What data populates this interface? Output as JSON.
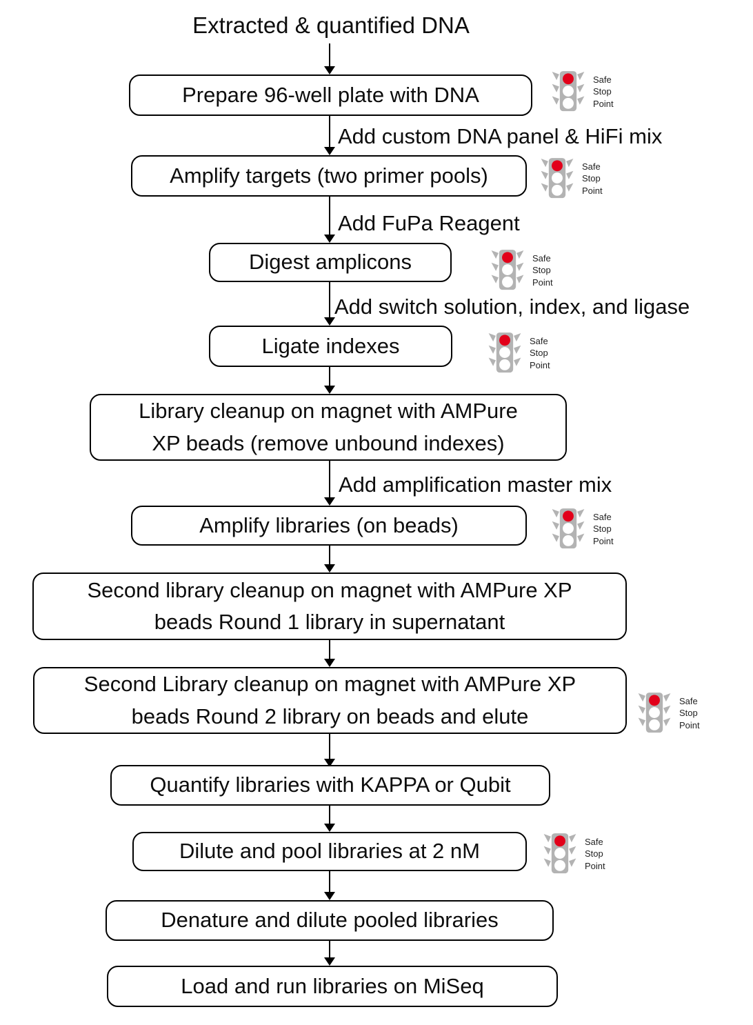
{
  "title": "Extracted & quantified DNA",
  "traffic_light": {
    "label_lines": [
      "Safe",
      "Stop",
      "Point"
    ],
    "red": "#e2001a",
    "gray": "#b3b3b3"
  },
  "colors": {
    "background": "#ffffff",
    "box_border": "#000000",
    "text": "#0d0d0d"
  },
  "steps": [
    {
      "label": "Prepare 96-well plate with DNA",
      "safe_stop_point": true
    },
    {
      "label": "Amplify targets (two primer pools)",
      "safe_stop_point": true
    },
    {
      "label": "Digest amplicons",
      "safe_stop_point": true
    },
    {
      "label": "Ligate indexes",
      "safe_stop_point": true
    },
    {
      "label": "Library cleanup on magnet with AMPure\nXP beads (remove unbound indexes)",
      "safe_stop_point": false
    },
    {
      "label": "Amplify libraries (on beads)",
      "safe_stop_point": true
    },
    {
      "label": "Second library cleanup on magnet with AMPure XP\nbeads Round 1 library in supernatant",
      "safe_stop_point": false
    },
    {
      "label": "Second Library cleanup on magnet with AMPure XP\nbeads Round 2 library on beads and elute",
      "safe_stop_point": true
    },
    {
      "label": "Quantify libraries with KAPPA or Qubit",
      "safe_stop_point": false
    },
    {
      "label": "Dilute and pool libraries at 2 nM",
      "safe_stop_point": true
    },
    {
      "label": "Denature and dilute pooled libraries",
      "safe_stop_point": false
    },
    {
      "label": "Load and run libraries on MiSeq",
      "safe_stop_point": false
    }
  ],
  "edge_labels": {
    "add_custom_panel": "Add custom DNA panel & HiFi mix",
    "add_fupa": "Add FuPa Reagent",
    "add_switch": "Add switch solution, index, and ligase",
    "add_master_mix": "Add amplification master mix"
  }
}
